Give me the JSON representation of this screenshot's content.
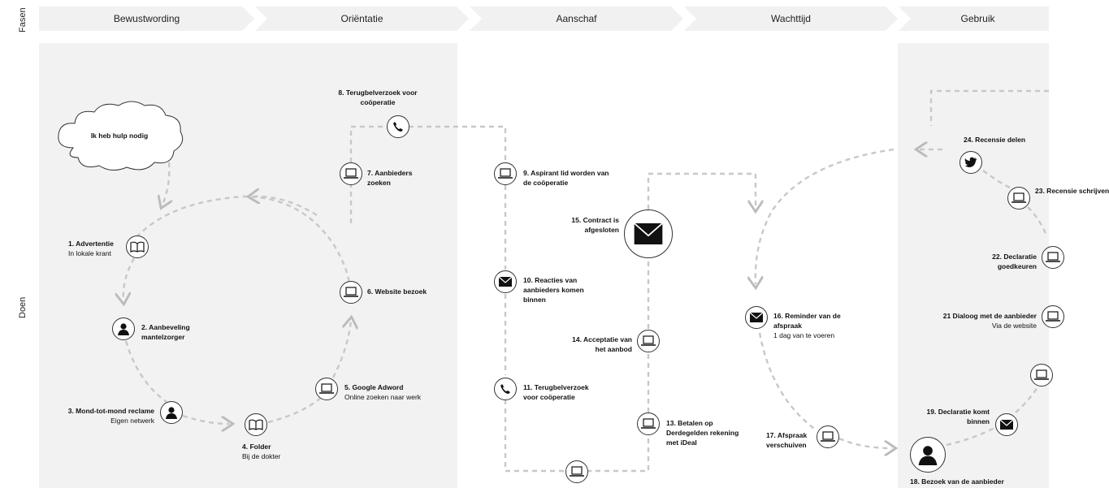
{
  "side": {
    "phases_label": "Fasen",
    "actions_label": "Doen"
  },
  "phases": [
    "Bewustwording",
    "Oriëntatie",
    "Aanschaf",
    "Wachttijd",
    "Gebruik"
  ],
  "cloud": {
    "text": "Ik heb hulp nodig"
  },
  "steps": [
    {
      "title": "1. Advertentie",
      "sub": "In lokale krant",
      "icon": "book-icon"
    },
    {
      "title": "2. Aanbeveling mantelzorger",
      "sub": "",
      "icon": "person-icon"
    },
    {
      "title": "3. Mond-tot-mond reclame",
      "sub": "Eigen netwerk",
      "icon": "person-icon"
    },
    {
      "title": "4. Folder",
      "sub": "Bij de dokter",
      "icon": "book-icon"
    },
    {
      "title": "5. Google Adword",
      "sub": "Online zoeken naar werk",
      "icon": "laptop-icon"
    },
    {
      "title": "6. Website bezoek",
      "sub": "",
      "icon": "laptop-icon"
    },
    {
      "title": "7. Aanbieders zoeken",
      "sub": "",
      "icon": "laptop-icon"
    },
    {
      "title": "8. Terugbelverzoek voor coöperatie",
      "sub": "",
      "icon": "phone-icon"
    },
    {
      "title": "9. Aspirant lid worden van de coöperatie",
      "sub": "",
      "icon": "laptop-icon"
    },
    {
      "title": "10. Reacties van aanbieders komen binnen",
      "sub": "",
      "icon": "mail-icon"
    },
    {
      "title": "11. Terugbelverzoek voor coöperatie",
      "sub": "",
      "icon": "phone-icon"
    },
    {
      "title": "13. Betalen op Derdegelden rekening met iDeal",
      "sub": "",
      "icon": "laptop-icon"
    },
    {
      "title": "14. Acceptatie van het aanbod",
      "sub": "",
      "icon": "laptop-icon"
    },
    {
      "title": "15. Contract is afgesloten",
      "sub": "",
      "icon": "mail-icon"
    },
    {
      "title": "16. Reminder van de afspraak",
      "sub": "1 dag van te voeren",
      "icon": "mail-icon"
    },
    {
      "title": "17. Afspraak verschuiven",
      "sub": "",
      "icon": "laptop-icon"
    },
    {
      "title": "18. Bezoek van de aanbieder",
      "sub": "",
      "icon": "person-icon"
    },
    {
      "title": "19. Declaratie komt binnen",
      "sub": "",
      "icon": "mail-icon"
    },
    {
      "title": "21 Dialoog met de aanbieder",
      "sub": "Via de website",
      "icon": "laptop-icon"
    },
    {
      "title": "22. Declaratie goedkeuren",
      "sub": "",
      "icon": "laptop-icon"
    },
    {
      "title": "23. Recensie schrijven",
      "sub": "",
      "icon": "laptop-icon"
    },
    {
      "title": "24. Recensie delen",
      "sub": "",
      "icon": "twitter-icon"
    }
  ]
}
